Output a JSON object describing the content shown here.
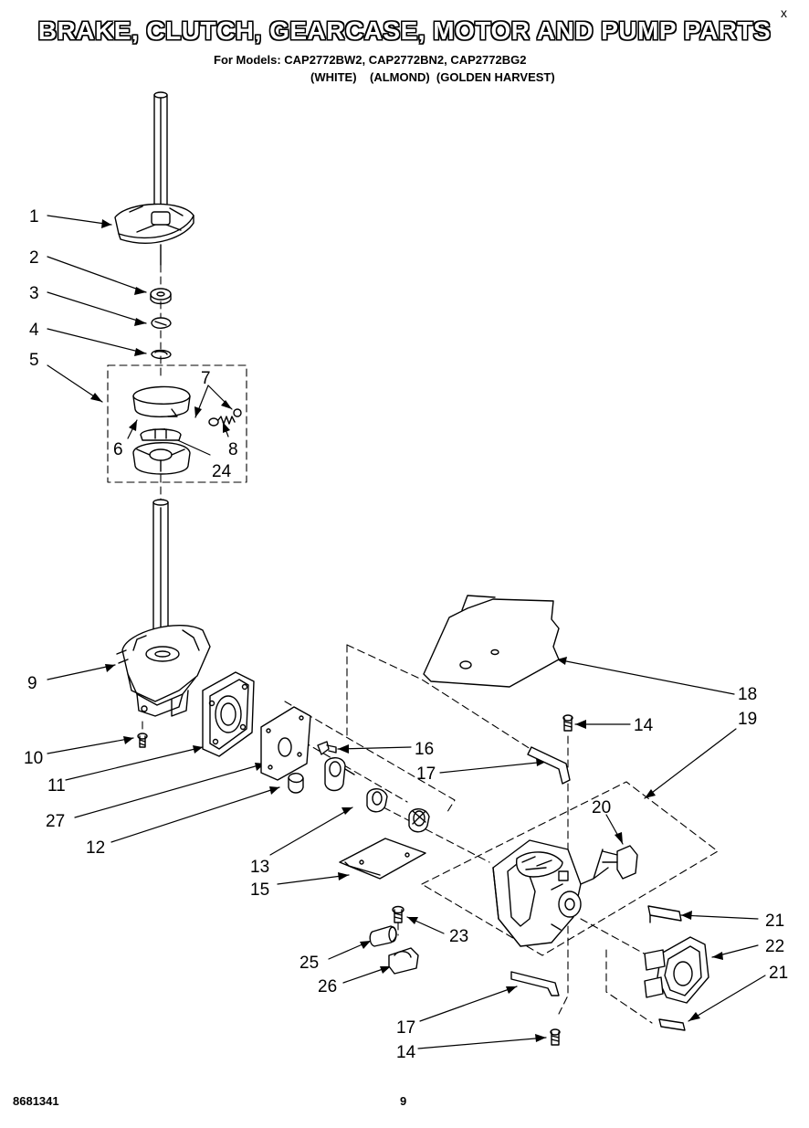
{
  "header": {
    "title": "BRAKE, CLUTCH, GEARCASE, MOTOR AND PUMP PARTS",
    "models_line": "For Models: CAP2772BW2, CAP2772BN2, CAP2772BG2",
    "colors_line": "(WHITE)    (ALMOND)  (GOLDEN HARVEST)",
    "corner_mark": "x"
  },
  "footer": {
    "doc_number": "8681341",
    "page_number": "9"
  },
  "callouts": {
    "c1": "1",
    "c2": "2",
    "c3": "3",
    "c4": "4",
    "c5": "5",
    "c6": "6",
    "c7": "7",
    "c8": "8",
    "c24": "24",
    "c9": "9",
    "c10": "10",
    "c11": "11",
    "c27": "27",
    "c12": "12",
    "c13": "13",
    "c15": "15",
    "c16": "16",
    "c17a": "17",
    "c14a": "14",
    "c18": "18",
    "c19": "19",
    "c20": "20",
    "c21a": "21",
    "c22": "22",
    "c21b": "21",
    "c23": "23",
    "c25": "25",
    "c26": "26",
    "c17b": "17",
    "c14b": "14"
  }
}
